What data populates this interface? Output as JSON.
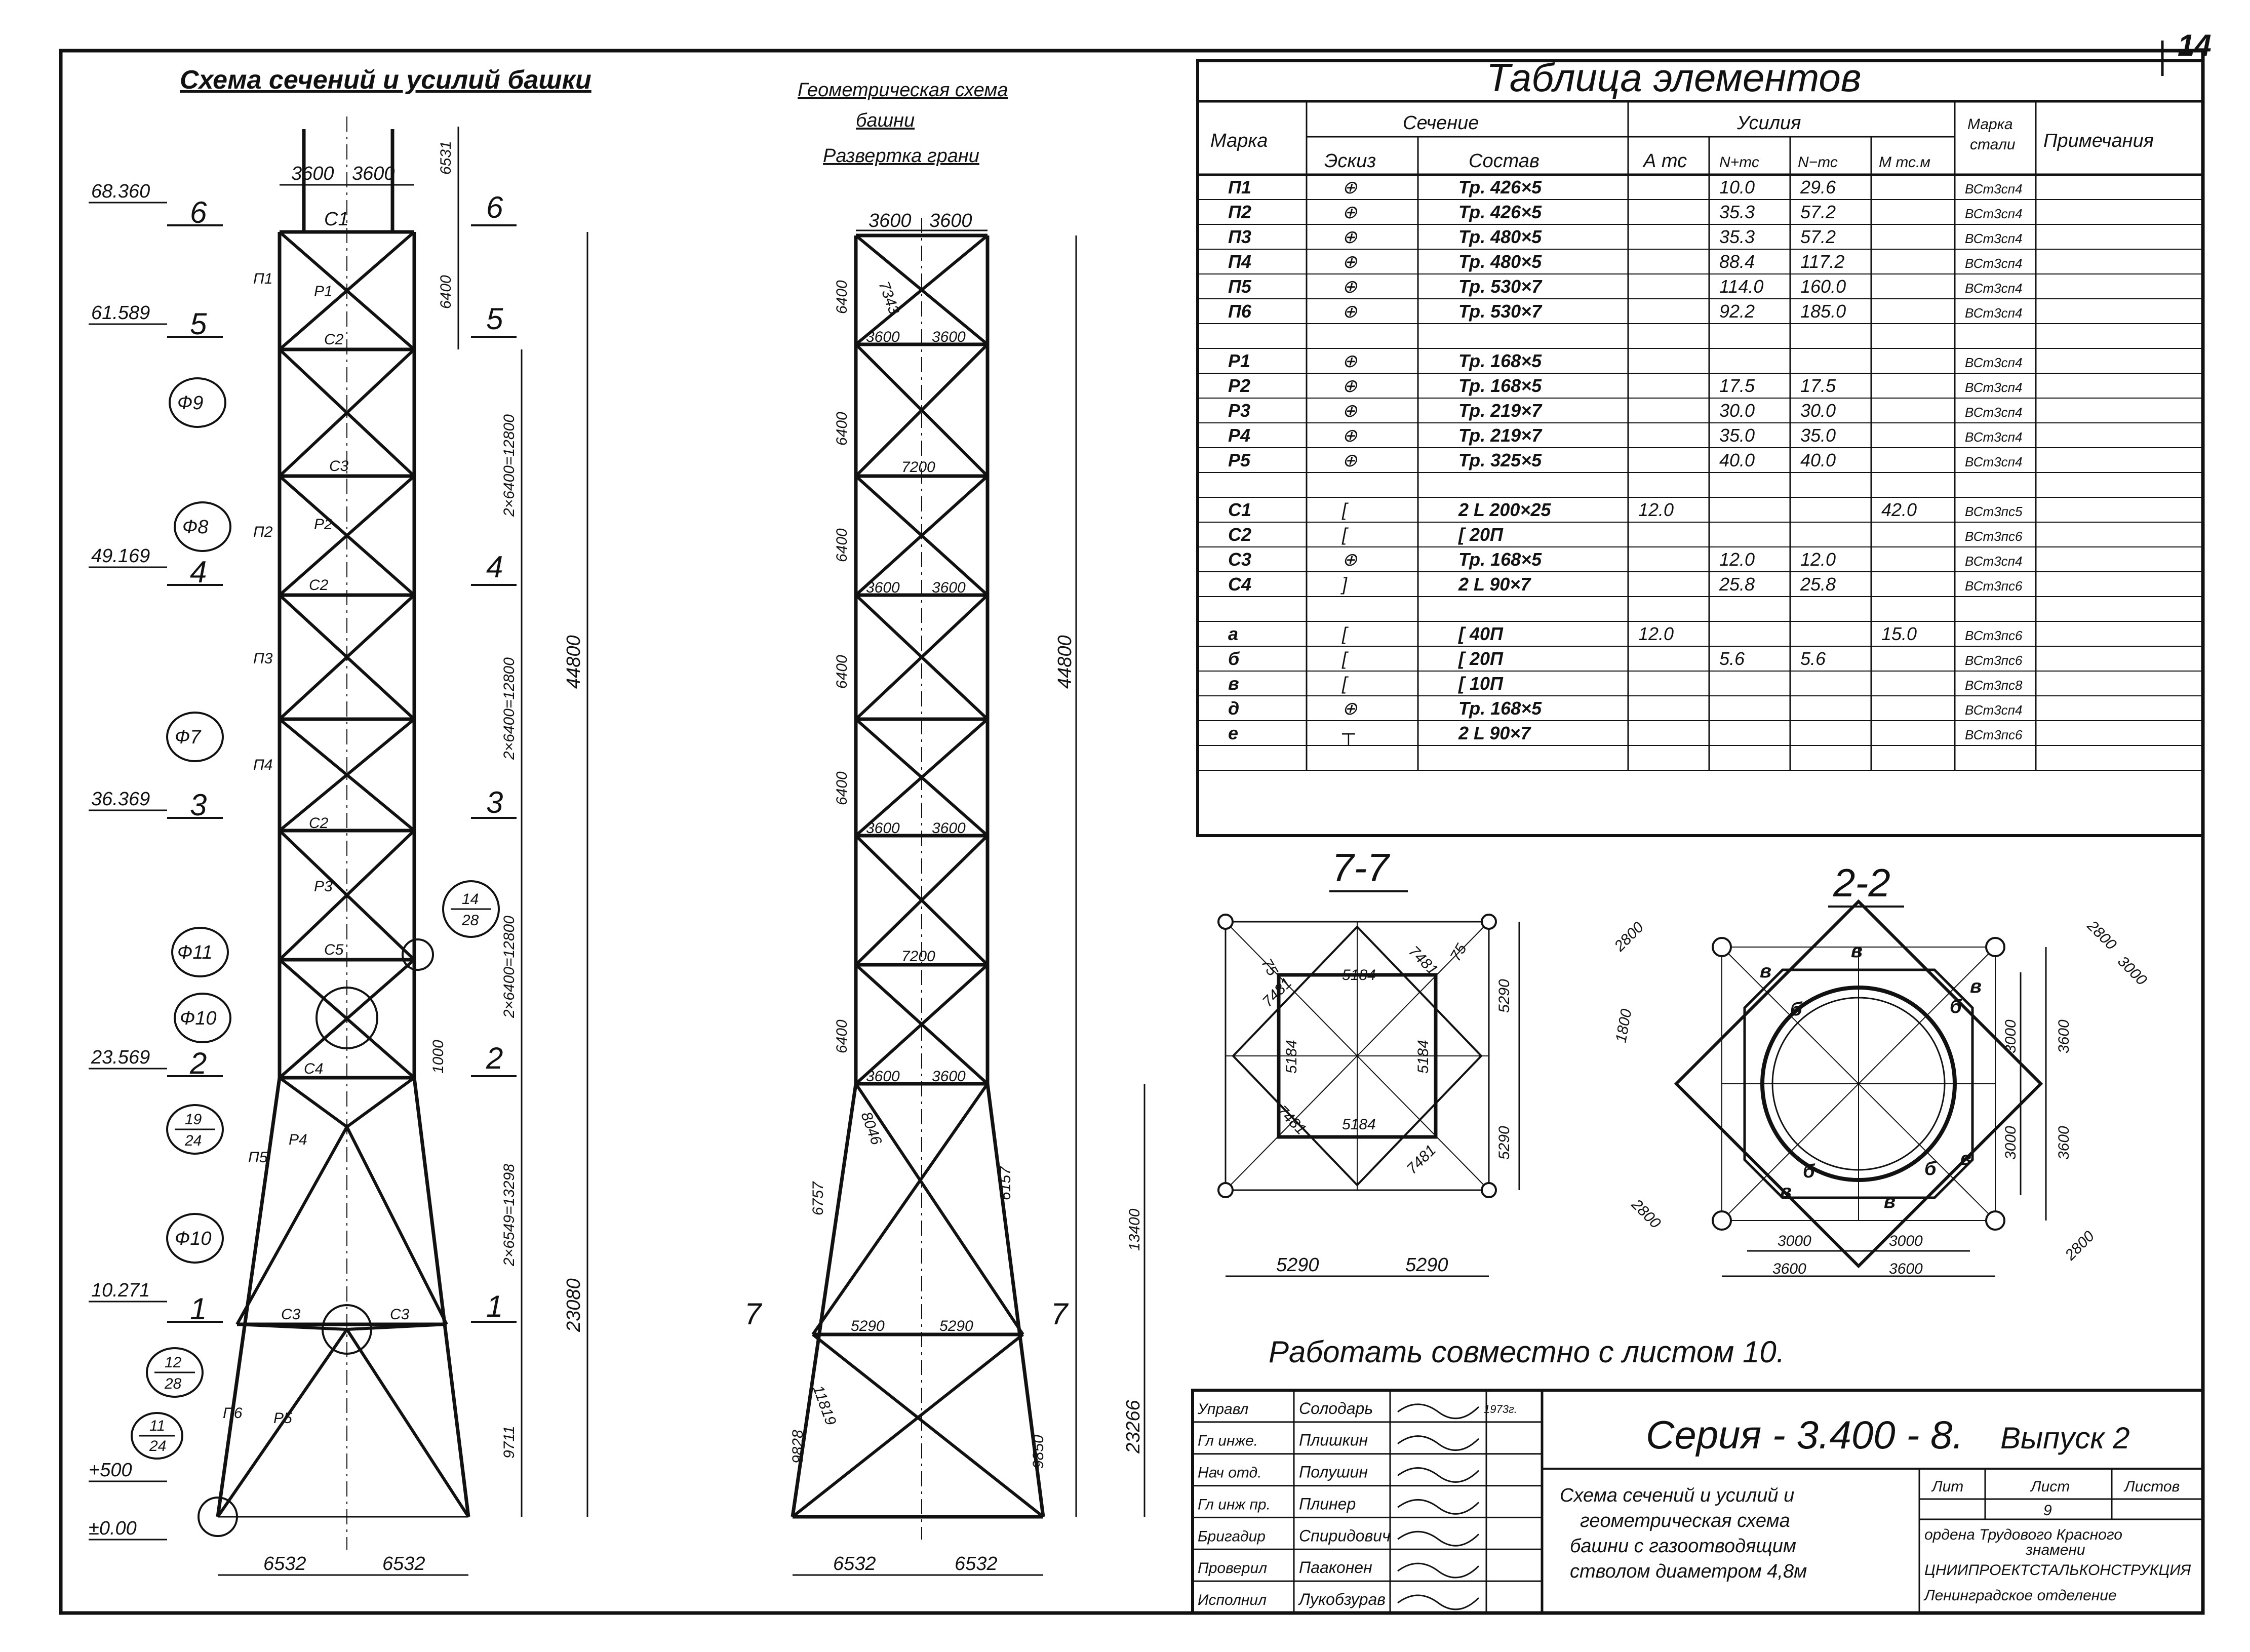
{
  "sheet_number": "14",
  "left_title": "Схема сечений и усилий башки",
  "mid_title_1": "Геометрическая схема",
  "mid_title_2": "башни",
  "mid_title_3": "Развертка грани",
  "left": {
    "levels": [
      "68.360",
      "61.589",
      "49.169",
      "36.369",
      "23.569",
      "10.271",
      "+500",
      "±0.00"
    ],
    "section_marks": [
      "6",
      "5",
      "4",
      "3",
      "2",
      "1"
    ],
    "callouts": [
      "Ф9",
      "Ф8",
      "Ф7",
      "Ф11",
      "Ф10",
      "Ф10"
    ],
    "fractions": [
      {
        "top": "14",
        "bottom": "28"
      },
      {
        "top": "19",
        "bottom": "24"
      },
      {
        "top": "12",
        "bottom": "28"
      },
      {
        "top": "11",
        "bottom": "24"
      }
    ],
    "top_dims": [
      "3600",
      "3600"
    ],
    "bottom_dims": [
      "6532",
      "6532"
    ],
    "right_dims": [
      "6531",
      "6400",
      "2×6400=12800",
      "2×6400=12800",
      "2×6400=12800",
      "1000",
      "2×6549=13298",
      "9711",
      "44800",
      "23080"
    ],
    "members": [
      "С1",
      "С2",
      "С3",
      "С2",
      "С2",
      "С5",
      "С4",
      "С3",
      "С3",
      "П1",
      "П2",
      "П3",
      "П4",
      "П5",
      "П6",
      "Р1",
      "Р2",
      "Р3",
      "Р4",
      "Р5"
    ]
  },
  "mid": {
    "top_dims": [
      "3600",
      "3600"
    ],
    "panel_labels": [
      "3600",
      "3600",
      "7200",
      "3600",
      "3600",
      "3600",
      "3600",
      "7200",
      "3600",
      "3600",
      "5290",
      "5290"
    ],
    "height_labels": [
      "6400",
      "6400",
      "6400",
      "6400",
      "6400",
      "6400",
      "6157",
      "6757",
      "9828",
      "9850"
    ],
    "diag_labels": [
      "7343",
      "8046",
      "11819"
    ],
    "total_dims": [
      "44800",
      "13400",
      "23266"
    ],
    "bottom_dims": [
      "6532",
      "6532"
    ],
    "section": "7"
  },
  "table": {
    "title": "Таблица элементов",
    "headers": {
      "mark": "Марка",
      "section": "Сечение",
      "sketch": "Эскиз",
      "composition": "Состав",
      "forces": "Усилия",
      "a": "А тс",
      "nplus": "N+тс",
      "nminus": "N−тс",
      "m": "М тс.м",
      "steel_1": "Марка",
      "steel_2": "стали",
      "notes": "Примечания"
    },
    "rows": [
      {
        "mark": "П1",
        "sketch": "⊕",
        "comp": "Тр. 426×5",
        "a": "",
        "np": "10.0",
        "nm": "29.6",
        "m": "",
        "steel": "ВСт3сп4"
      },
      {
        "mark": "П2",
        "sketch": "⊕",
        "comp": "Тр. 426×5",
        "a": "",
        "np": "35.3",
        "nm": "57.2",
        "m": "",
        "steel": "ВСт3сп4"
      },
      {
        "mark": "П3",
        "sketch": "⊕",
        "comp": "Тр. 480×5",
        "a": "",
        "np": "35.3",
        "nm": "57.2",
        "m": "",
        "steel": "ВСт3сп4"
      },
      {
        "mark": "П4",
        "sketch": "⊕",
        "comp": "Тр. 480×5",
        "a": "",
        "np": "88.4",
        "nm": "117.2",
        "m": "",
        "steel": "ВСт3сп4"
      },
      {
        "mark": "П5",
        "sketch": "⊕",
        "comp": "Тр. 530×7",
        "a": "",
        "np": "114.0",
        "nm": "160.0",
        "m": "",
        "steel": "ВСт3сп4"
      },
      {
        "mark": "П6",
        "sketch": "⊕",
        "comp": "Тр. 530×7",
        "a": "",
        "np": "92.2",
        "nm": "185.0",
        "m": "",
        "steel": "ВСт3сп4"
      },
      {
        "mark": "",
        "sketch": "",
        "comp": "",
        "a": "",
        "np": "",
        "nm": "",
        "m": "",
        "steel": ""
      },
      {
        "mark": "Р1",
        "sketch": "⊕",
        "comp": "Тр. 168×5",
        "a": "",
        "np": "",
        "nm": "",
        "m": "",
        "steel": "ВСт3сп4"
      },
      {
        "mark": "Р2",
        "sketch": "⊕",
        "comp": "Тр. 168×5",
        "a": "",
        "np": "17.5",
        "nm": "17.5",
        "m": "",
        "steel": "ВСт3сп4"
      },
      {
        "mark": "Р3",
        "sketch": "⊕",
        "comp": "Тр. 219×7",
        "a": "",
        "np": "30.0",
        "nm": "30.0",
        "m": "",
        "steel": "ВСт3сп4"
      },
      {
        "mark": "Р4",
        "sketch": "⊕",
        "comp": "Тр. 219×7",
        "a": "",
        "np": "35.0",
        "nm": "35.0",
        "m": "",
        "steel": "ВСт3сп4"
      },
      {
        "mark": "Р5",
        "sketch": "⊕",
        "comp": "Тр. 325×5",
        "a": "",
        "np": "40.0",
        "nm": "40.0",
        "m": "",
        "steel": "ВСт3сп4"
      },
      {
        "mark": "",
        "sketch": "",
        "comp": "",
        "a": "",
        "np": "",
        "nm": "",
        "m": "",
        "steel": ""
      },
      {
        "mark": "С1",
        "sketch": "[",
        "comp": "2 L 200×25",
        "a": "12.0",
        "np": "",
        "nm": "",
        "m": "42.0",
        "steel": "ВСт3пс5"
      },
      {
        "mark": "С2",
        "sketch": "[",
        "comp": "[ 20П",
        "a": "",
        "np": "",
        "nm": "",
        "m": "",
        "steel": "ВСт3пс6"
      },
      {
        "mark": "С3",
        "sketch": "⊕",
        "comp": "Тр. 168×5",
        "a": "",
        "np": "12.0",
        "nm": "12.0",
        "m": "",
        "steel": "ВСт3сп4"
      },
      {
        "mark": "С4",
        "sketch": "]",
        "comp": "2 L 90×7",
        "a": "",
        "np": "25.8",
        "nm": "25.8",
        "m": "",
        "steel": "ВСт3пс6"
      },
      {
        "mark": "",
        "sketch": "",
        "comp": "",
        "a": "",
        "np": "",
        "nm": "",
        "m": "",
        "steel": ""
      },
      {
        "mark": "а",
        "sketch": "[",
        "comp": "[ 40П",
        "a": "12.0",
        "np": "",
        "nm": "",
        "m": "15.0",
        "steel": "ВСт3пс6"
      },
      {
        "mark": "б",
        "sketch": "[",
        "comp": "[ 20П",
        "a": "",
        "np": "5.6",
        "nm": "5.6",
        "m": "",
        "steel": "ВСт3пс6"
      },
      {
        "mark": "в",
        "sketch": "[",
        "comp": "[ 10П",
        "a": "",
        "np": "",
        "nm": "",
        "m": "",
        "steel": "ВСт3пс8"
      },
      {
        "mark": "д",
        "sketch": "⊕",
        "comp": "Тр. 168×5",
        "a": "",
        "np": "",
        "nm": "",
        "m": "",
        "steel": "ВСт3сп4"
      },
      {
        "mark": "е",
        "sketch": "┬",
        "comp": "2 L 90×7",
        "a": "",
        "np": "",
        "nm": "",
        "m": "",
        "steel": "ВСт3пс6"
      },
      {
        "mark": "",
        "sketch": "",
        "comp": "",
        "a": "",
        "np": "",
        "nm": "",
        "m": "",
        "steel": ""
      }
    ]
  },
  "sec77": {
    "title": "7-7",
    "dims": [
      "5290",
      "5290",
      "5290",
      "5290"
    ],
    "inner": [
      "5184",
      "5184",
      "5184",
      "5184"
    ],
    "small": [
      "75",
      "75",
      "7481",
      "7481",
      "7481",
      "7481"
    ]
  },
  "sec22": {
    "title": "2-2",
    "dims_bottom": [
      "3000",
      "3000",
      "3600",
      "3600"
    ],
    "dims_right": [
      "3000",
      "3600",
      "3000",
      "3600"
    ],
    "diag": [
      "2800",
      "2800",
      "2800",
      "2800",
      "1800",
      "3000"
    ],
    "member_marks": [
      "в",
      "б",
      "в",
      "б",
      "в",
      "в",
      "б",
      "в",
      "в",
      "б"
    ]
  },
  "note": "Работать совместно с листом 10.",
  "stamp": {
    "series": "Серия - 3.400 - 8.",
    "issue": "Выпуск 2",
    "desc": [
      "Схема сечений и усилий и",
      "геометрическая схема",
      "башни с газоотводящим",
      "стволом диаметром 4,8м"
    ],
    "roles": [
      "Управл",
      "Гл инже.",
      "Нач отд.",
      "Гл инж пр.",
      "Бригадир",
      "Проверил",
      "Исполнил"
    ],
    "names": [
      "Солодарь",
      "Плишкин",
      "Полушин",
      "Плинер",
      "Спиридович",
      "Пааконен",
      "Лукобзурав"
    ],
    "year": "1973г.",
    "lit": "Лит",
    "list": "Лист",
    "lists": "Листов",
    "sheet": "9",
    "org": [
      "ордена Трудового Красного",
      "знамени",
      "ЦНИИПРОЕКТСТАЛЬКОНСТРУКЦИЯ",
      "Ленинградское отделение"
    ]
  }
}
